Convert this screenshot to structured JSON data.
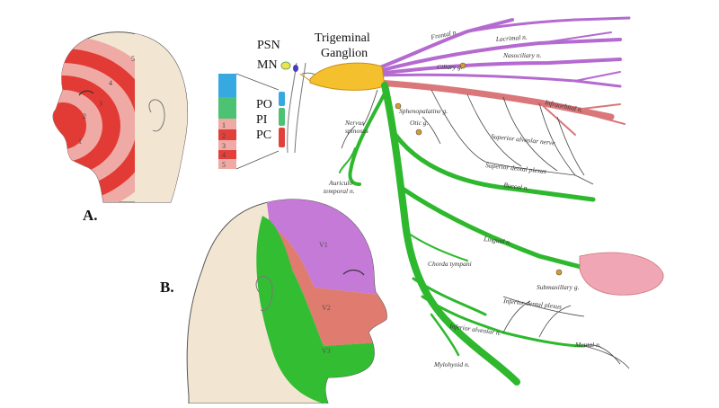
{
  "labels": {
    "trigeminal_ganglion": [
      "Trigeminal",
      "Ganglion"
    ],
    "psn": "PSN",
    "mn": "MN",
    "po": "PO",
    "pi": "PI",
    "pc": "PC",
    "panel_a": "A.",
    "panel_b": "B.",
    "v1": "V1",
    "v2": "V2",
    "v3": "V3",
    "zones": [
      "1",
      "2",
      "3",
      "4",
      "5"
    ],
    "bar_zones": [
      "1",
      "2",
      "3",
      "4",
      "5"
    ]
  },
  "nerves": {
    "frontal": "Frontal n.",
    "lacrimal": "Lacrimal n.",
    "nasociliary": "Nasociliary n.",
    "ciliary": "Ciliary g.",
    "infraorbital": "Infraorbital n.",
    "sphenopalatine": "Sphenopalatine g.",
    "otic": "Otic g.",
    "nervus_spinosus": [
      "Nervus",
      "spinosus"
    ],
    "superior_alveolar": "Superior alveolar nerve",
    "superior_dental": "Superior dental plexus",
    "auriculo": [
      "Auriculo",
      "temporal n."
    ],
    "buccal": "Buccal n.",
    "lingual": "Lingual n.",
    "chorda": "Chorda tympani",
    "submaxillary": "Submaxillary g.",
    "inferior_dental": "Inferior dental plexus",
    "inferior_alveolar": "Inferior alveolar n.",
    "mental": "Mental n.",
    "mylohyoid": "Mylohyoid n."
  },
  "colors": {
    "ganglion": "#f5c02e",
    "ophthalmic": "#b46ad0",
    "maxillary": "#d9777a",
    "mandibular": "#2eb82e",
    "skin": "#f2e6d3",
    "zone_dark": "#e23a34",
    "zone_light": "#efaaa5",
    "tongue": "#f0a6b5",
    "bar_blue": "#36a9e0",
    "bar_green": "#4cc272",
    "bar_red": "#e2413b"
  }
}
